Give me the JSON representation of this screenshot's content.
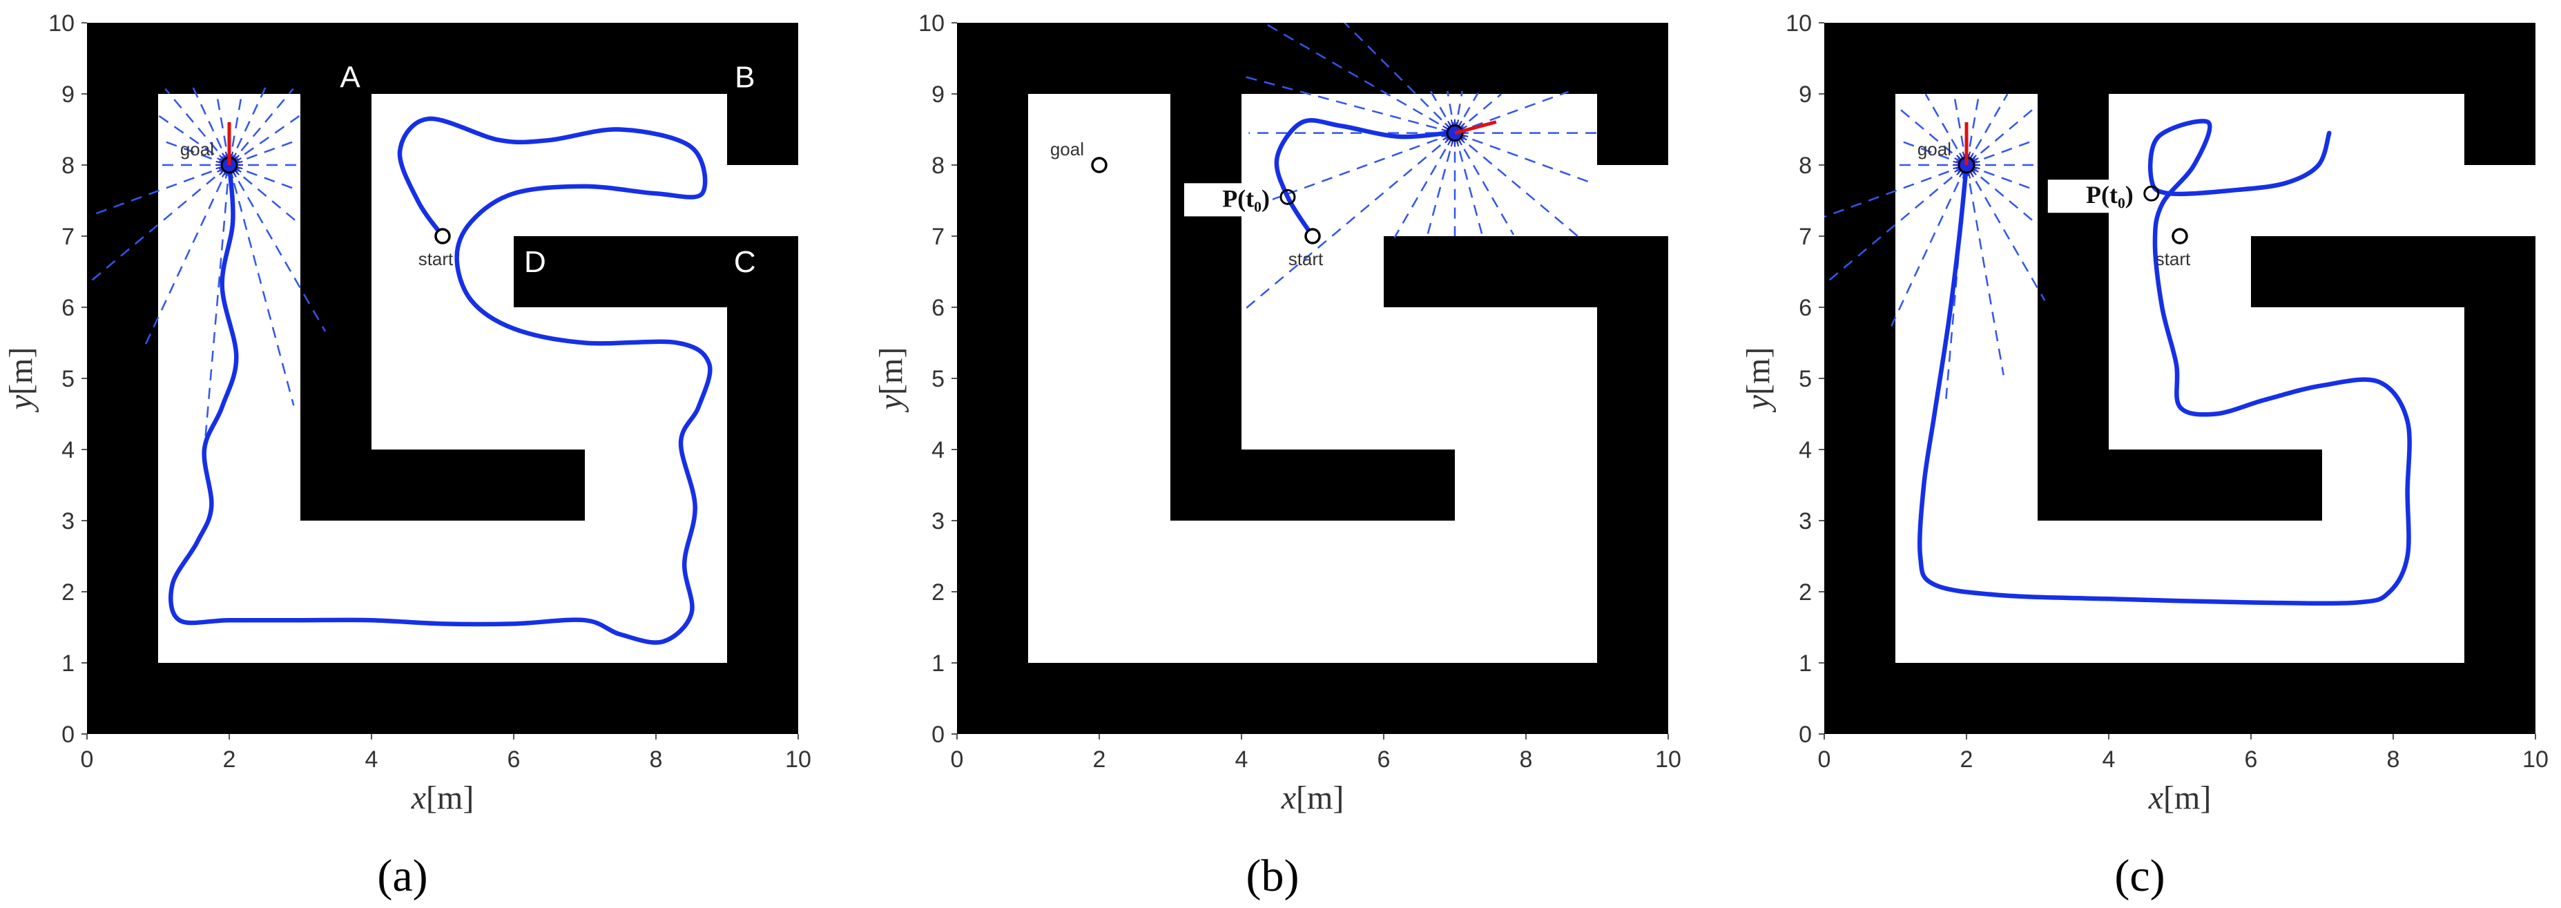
{
  "panels": [
    {
      "id": "a",
      "subcaption": "(a)",
      "xlabel": "x[m]",
      "ylabel": "y[m]",
      "x_ticks": [
        "0",
        "2",
        "4",
        "6",
        "8",
        "10"
      ],
      "y_ticks": [
        "0",
        "1",
        "2",
        "3",
        "4",
        "5",
        "6",
        "7",
        "8",
        "9",
        "10"
      ],
      "labels": {
        "goal": "goal",
        "start": "start"
      },
      "corners": [
        {
          "text": "A",
          "x": 3.7,
          "y": 9.25
        },
        {
          "text": "B",
          "x": 9.25,
          "y": 9.25
        },
        {
          "text": "C",
          "x": 9.25,
          "y": 6.65
        },
        {
          "text": "D",
          "x": 6.3,
          "y": 6.65
        }
      ],
      "goal": [
        2,
        8
      ],
      "start": [
        5,
        7
      ],
      "robot": [
        2,
        8
      ],
      "heading_deg": 90,
      "sensor_rays": [
        {
          "angle": 180,
          "len": 1.0
        },
        {
          "angle": 160,
          "len": 1.0
        },
        {
          "angle": 145,
          "len": 1.3
        },
        {
          "angle": 130,
          "len": 1.4
        },
        {
          "angle": 115,
          "len": 1.2
        },
        {
          "angle": 100,
          "len": 1.05
        },
        {
          "angle": 80,
          "len": 1.05
        },
        {
          "angle": 65,
          "len": 1.2
        },
        {
          "angle": 50,
          "len": 1.4
        },
        {
          "angle": 35,
          "len": 1.3
        },
        {
          "angle": 20,
          "len": 1.0
        },
        {
          "angle": 0,
          "len": 1.0
        },
        {
          "angle": -20,
          "len": 1.0
        },
        {
          "angle": -40,
          "len": 1.25
        },
        {
          "angle": -60,
          "len": 2.7
        },
        {
          "angle": -75,
          "len": 3.5
        },
        {
          "angle": -95,
          "len": 4.2
        },
        {
          "angle": -115,
          "len": 2.8
        },
        {
          "angle": -140,
          "len": 3.4
        },
        {
          "angle": -160,
          "len": 2.1
        }
      ],
      "path": [
        [
          5,
          7
        ],
        [
          4.65,
          7.5
        ],
        [
          4.4,
          8.2
        ],
        [
          4.8,
          8.65
        ],
        [
          5.8,
          8.35
        ],
        [
          6.5,
          8.35
        ],
        [
          7.5,
          8.5
        ],
        [
          8.5,
          8.25
        ],
        [
          8.65,
          7.6
        ],
        [
          8,
          7.6
        ],
        [
          7,
          7.7
        ],
        [
          6,
          7.6
        ],
        [
          5.4,
          7.2
        ],
        [
          5.2,
          6.7
        ],
        [
          5.4,
          6.1
        ],
        [
          6,
          5.7
        ],
        [
          7,
          5.5
        ],
        [
          8.3,
          5.5
        ],
        [
          8.75,
          5.2
        ],
        [
          8.6,
          4.6
        ],
        [
          8.35,
          4.1
        ],
        [
          8.55,
          3.2
        ],
        [
          8.4,
          2.4
        ],
        [
          8.5,
          1.7
        ],
        [
          8.1,
          1.3
        ],
        [
          7.5,
          1.4
        ],
        [
          7,
          1.6
        ],
        [
          6,
          1.55
        ],
        [
          5,
          1.55
        ],
        [
          4,
          1.6
        ],
        [
          3,
          1.6
        ],
        [
          2,
          1.6
        ],
        [
          1.3,
          1.6
        ],
        [
          1.2,
          2.1
        ],
        [
          1.55,
          2.7
        ],
        [
          1.75,
          3.2
        ],
        [
          1.65,
          4
        ],
        [
          1.9,
          4.6
        ],
        [
          2.1,
          5.3
        ],
        [
          1.9,
          6.3
        ],
        [
          2.05,
          7.2
        ],
        [
          2.0,
          8.0
        ]
      ]
    },
    {
      "id": "b",
      "subcaption": "(b)",
      "xlabel": "x[m]",
      "ylabel": "y[m]",
      "x_ticks": [
        "0",
        "2",
        "4",
        "6",
        "8",
        "10"
      ],
      "y_ticks": [
        "0",
        "1",
        "2",
        "3",
        "4",
        "5",
        "6",
        "7",
        "8",
        "9",
        "10"
      ],
      "labels": {
        "goal": "goal",
        "start": "start",
        "point": "P(t₀)"
      },
      "goal": [
        2,
        8
      ],
      "start": [
        5,
        7
      ],
      "point": [
        4.65,
        7.55
      ],
      "robot": [
        7,
        8.45
      ],
      "heading_deg": 15,
      "sensor_rays": [
        {
          "angle": 180,
          "len": 2.9
        },
        {
          "angle": 165,
          "len": 3.1
        },
        {
          "angle": 150,
          "len": 3.2
        },
        {
          "angle": 135,
          "len": 2.6
        },
        {
          "angle": 120,
          "len": 0.75
        },
        {
          "angle": 100,
          "len": 0.6
        },
        {
          "angle": 80,
          "len": 0.6
        },
        {
          "angle": 60,
          "len": 0.65
        },
        {
          "angle": 40,
          "len": 0.85
        },
        {
          "angle": 20,
          "len": 1.7
        },
        {
          "angle": 0,
          "len": 2.0
        },
        {
          "angle": -20,
          "len": 2.0
        },
        {
          "angle": -40,
          "len": 2.35
        },
        {
          "angle": -60,
          "len": 1.65
        },
        {
          "angle": -75,
          "len": 1.5
        },
        {
          "angle": -90,
          "len": 1.45
        },
        {
          "angle": -105,
          "len": 1.5
        },
        {
          "angle": -120,
          "len": 1.7
        },
        {
          "angle": -140,
          "len": 3.9
        },
        {
          "angle": -160,
          "len": 3.0
        }
      ],
      "path": [
        [
          5,
          7
        ],
        [
          4.65,
          7.55
        ],
        [
          4.5,
          8.1
        ],
        [
          4.85,
          8.6
        ],
        [
          5.4,
          8.55
        ],
        [
          6.2,
          8.4
        ],
        [
          6.9,
          8.45
        ]
      ]
    },
    {
      "id": "c",
      "subcaption": "(c)",
      "xlabel": "x[m]",
      "ylabel": "y[m]",
      "x_ticks": [
        "0",
        "2",
        "4",
        "6",
        "8",
        "10"
      ],
      "y_ticks": [
        "0",
        "1",
        "2",
        "3",
        "4",
        "5",
        "6",
        "7",
        "8",
        "9",
        "10"
      ],
      "labels": {
        "goal": "goal",
        "start": "start",
        "point": "P(t₀)"
      },
      "goal": [
        2,
        8
      ],
      "start": [
        5,
        7
      ],
      "point": [
        4.6,
        7.6
      ],
      "robot": [
        2,
        8
      ],
      "heading_deg": 90,
      "sensor_rays": [
        {
          "angle": 180,
          "len": 1.0
        },
        {
          "angle": 160,
          "len": 1.0
        },
        {
          "angle": 140,
          "len": 1.3
        },
        {
          "angle": 120,
          "len": 1.15
        },
        {
          "angle": 100,
          "len": 1.02
        },
        {
          "angle": 80,
          "len": 1.02
        },
        {
          "angle": 60,
          "len": 1.15
        },
        {
          "angle": 40,
          "len": 1.3
        },
        {
          "angle": 20,
          "len": 1.0
        },
        {
          "angle": 0,
          "len": 1.0
        },
        {
          "angle": -20,
          "len": 1.0
        },
        {
          "angle": -40,
          "len": 1.3
        },
        {
          "angle": -60,
          "len": 2.2
        },
        {
          "angle": -80,
          "len": 3.0
        },
        {
          "angle": -95,
          "len": 3.3
        },
        {
          "angle": -115,
          "len": 2.5
        },
        {
          "angle": -140,
          "len": 3.1
        },
        {
          "angle": -160,
          "len": 2.9
        }
      ],
      "path": [
        [
          7.1,
          8.45
        ],
        [
          6.95,
          8.0
        ],
        [
          6.5,
          7.75
        ],
        [
          5.8,
          7.65
        ],
        [
          4.85,
          7.6
        ],
        [
          4.6,
          7.8
        ],
        [
          4.7,
          8.4
        ],
        [
          5.4,
          8.6
        ],
        [
          5.2,
          8.0
        ],
        [
          4.75,
          7.45
        ],
        [
          4.65,
          6.9
        ],
        [
          4.75,
          6.0
        ],
        [
          4.95,
          5.2
        ],
        [
          5,
          4.6
        ],
        [
          5.5,
          4.5
        ],
        [
          6.2,
          4.7
        ],
        [
          7,
          4.9
        ],
        [
          7.8,
          4.95
        ],
        [
          8.2,
          4.4
        ],
        [
          8.2,
          3.4
        ],
        [
          8.2,
          2.5
        ],
        [
          7.95,
          2.0
        ],
        [
          7.5,
          1.85
        ],
        [
          6,
          1.85
        ],
        [
          4,
          1.9
        ],
        [
          2.5,
          1.95
        ],
        [
          1.55,
          2.1
        ],
        [
          1.35,
          2.5
        ],
        [
          1.4,
          3.5
        ],
        [
          1.55,
          4.5
        ],
        [
          1.75,
          5.8
        ],
        [
          1.9,
          7.0
        ],
        [
          2.0,
          8.0
        ]
      ]
    }
  ]
}
